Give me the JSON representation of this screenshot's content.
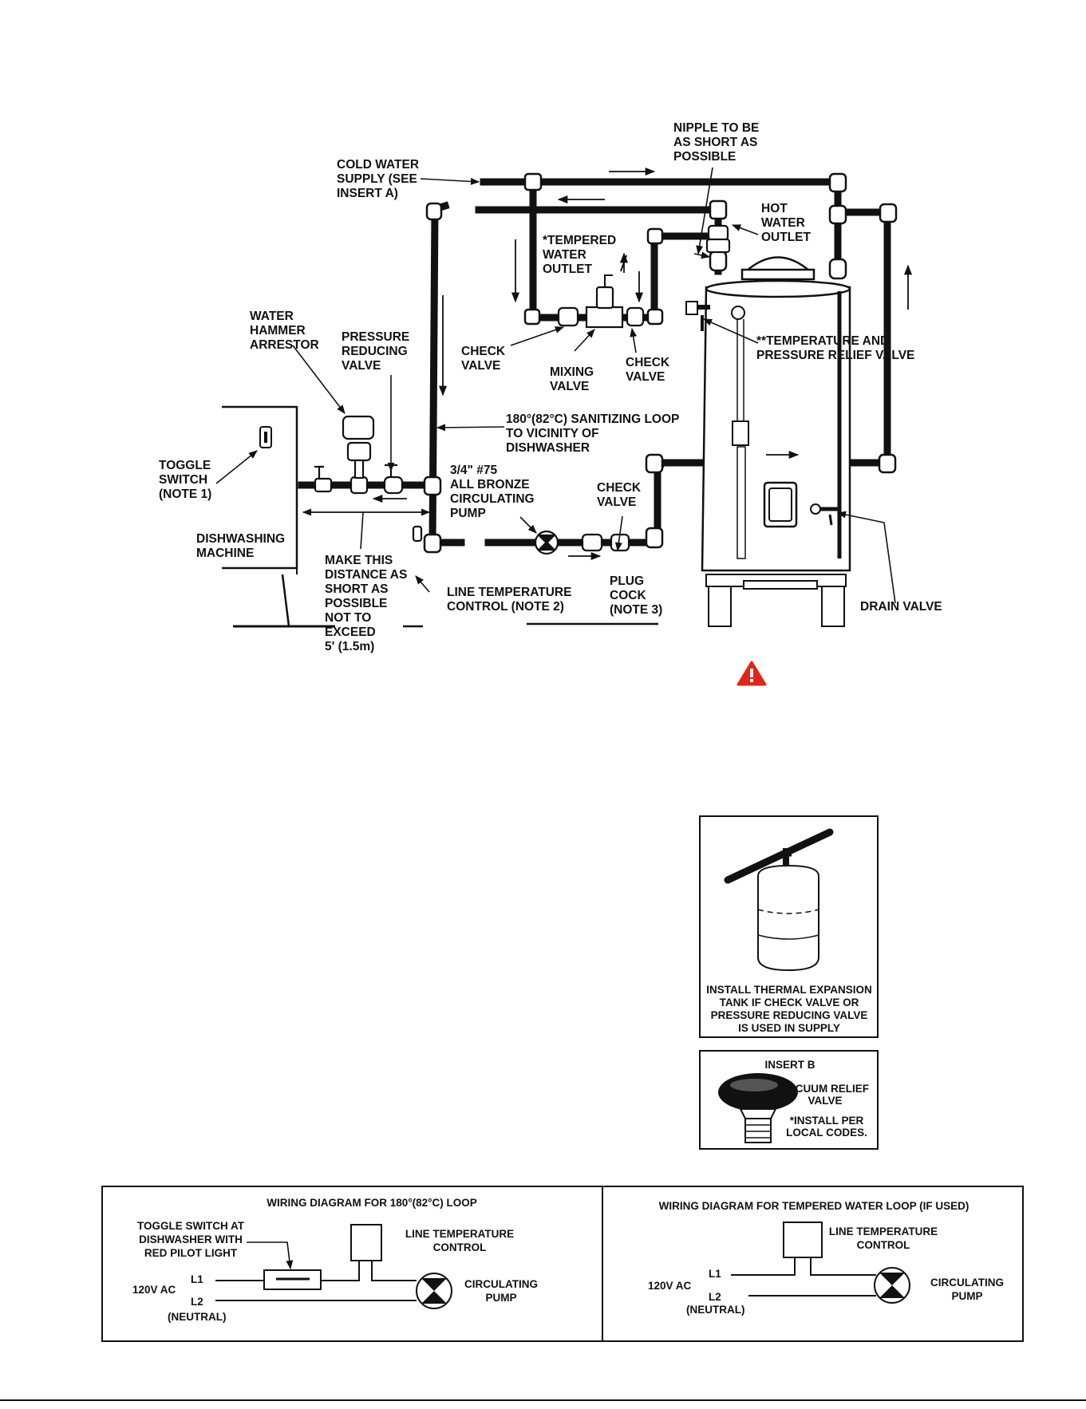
{
  "main_diagram": {
    "labels": {
      "nipple": [
        "NIPPLE TO BE",
        "AS SHORT AS",
        "POSSIBLE"
      ],
      "cold_water": [
        "COLD WATER",
        "SUPPLY (SEE",
        "INSERT A)"
      ],
      "hot_water": [
        "HOT",
        "WATER",
        "OUTLET"
      ],
      "tempered": [
        "*TEMPERED",
        "WATER",
        "OUTLET"
      ],
      "water_hammer": [
        "WATER",
        "HAMMER",
        "ARRESTOR"
      ],
      "pressure_reducing": [
        "PRESSURE",
        "REDUCING",
        "VALVE"
      ],
      "check_valve_1": [
        "CHECK",
        "VALVE"
      ],
      "mixing_valve": [
        "MIXING",
        "VALVE"
      ],
      "check_valve_2": [
        "CHECK",
        "VALVE"
      ],
      "tp_relief": [
        "**TEMPERATURE AND",
        "PRESSURE RELIEF VALVE"
      ],
      "sanitizing": [
        "180°(82°C) SANITIZING LOOP",
        "TO VICINITY OF",
        "DISHWASHER"
      ],
      "toggle": [
        "TOGGLE",
        "SWITCH",
        "(NOTE 1)"
      ],
      "pump": [
        "3/4\" #75",
        "ALL BRONZE",
        "CIRCULATING",
        "PUMP"
      ],
      "check_valve_3": [
        "CHECK",
        "VALVE"
      ],
      "dishwashing": [
        "DISHWASHING",
        "MACHINE"
      ],
      "distance": [
        "MAKE THIS",
        "DISTANCE AS",
        "SHORT AS",
        "POSSIBLE",
        "NOT TO",
        "EXCEED",
        "5' (1.5m)"
      ],
      "line_temp": [
        "LINE TEMPERATURE",
        "CONTROL (NOTE 2)"
      ],
      "plug_cock": [
        "PLUG",
        "COCK",
        "(NOTE 3)"
      ],
      "drain": [
        "DRAIN VALVE"
      ]
    }
  },
  "warning_icon": "warning-triangle-icon",
  "warning_color": "#e1251b",
  "insert_a": {
    "caption": [
      "INSTALL THERMAL EXPANSION",
      "TANK IF CHECK VALVE OR",
      "PRESSURE REDUCING VALVE",
      "IS USED IN SUPPLY"
    ]
  },
  "insert_b": {
    "title": "INSERT B",
    "valve": [
      "VACUUM RELIEF",
      "VALVE"
    ],
    "note": [
      "*INSTALL PER",
      "LOCAL CODES."
    ]
  },
  "wiring_left": {
    "title": "WIRING DIAGRAM FOR 180°(82°C) LOOP",
    "toggle": [
      "TOGGLE SWITCH AT",
      "DISHWASHER WITH",
      "RED PILOT LIGHT"
    ],
    "control": [
      "LINE TEMPERATURE",
      "CONTROL"
    ],
    "l1": "L1",
    "voltage": "120V AC",
    "l2": "L2",
    "neutral": "(NEUTRAL)",
    "pump": [
      "CIRCULATING",
      "PUMP"
    ]
  },
  "wiring_right": {
    "title": "WIRING DIAGRAM FOR TEMPERED WATER LOOP (IF USED)",
    "control": [
      "LINE TEMPERATURE",
      "CONTROL"
    ],
    "l1": "L1",
    "voltage": "120V AC",
    "l2": "L2",
    "neutral": "(NEUTRAL)",
    "pump": [
      "CIRCULATING",
      "PUMP"
    ]
  }
}
